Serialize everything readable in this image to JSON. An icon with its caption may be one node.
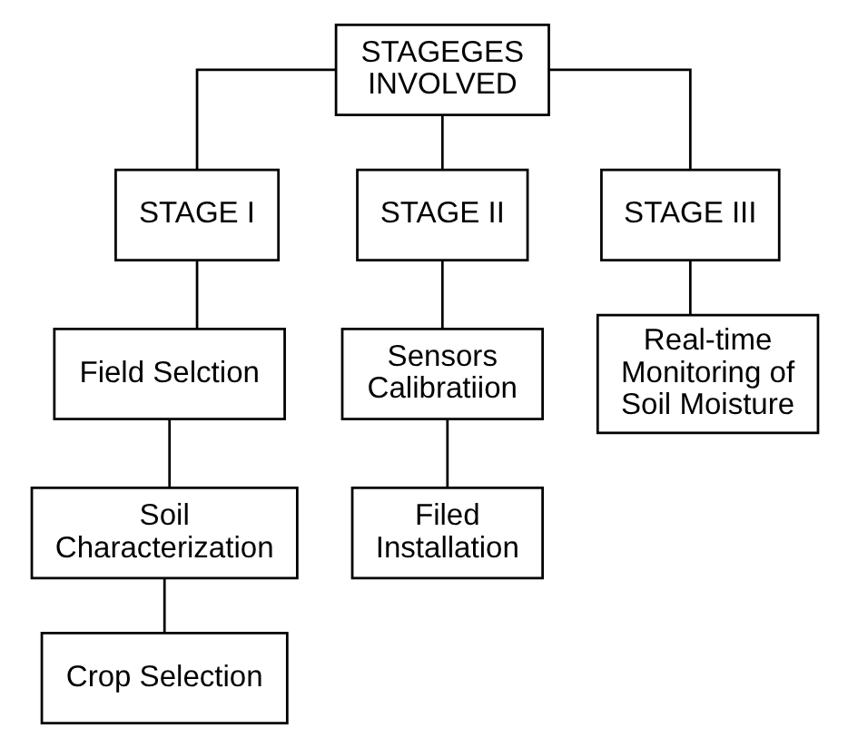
{
  "diagram": {
    "nodes": [
      {
        "text": [
          "STAGEGES INVOLVED"
        ]
      },
      {
        "text": [
          "STAGE I"
        ]
      },
      {
        "text": [
          "STAGE II"
        ]
      },
      {
        "text": [
          "STAGE III"
        ]
      },
      {
        "text": [
          "Field Selction"
        ]
      },
      {
        "text": [
          "Soil Characterization"
        ]
      },
      {
        "text": [
          "Crop Selection"
        ]
      },
      {
        "text": [
          "Sensors Calibratiion"
        ]
      },
      {
        "text": [
          "Filed Installation"
        ]
      },
      {
        "text": [
          "Real-time Monitoring of Soil Moisture"
        ]
      }
    ],
    "edges": [
      {
        "from": 0,
        "to": 1,
        "arrow": "none"
      },
      {
        "from": 0,
        "to": 2,
        "arrow": "none"
      },
      {
        "from": 0,
        "to": 3,
        "arrow": "none"
      },
      {
        "from": 1,
        "to": 4,
        "arrow": "none"
      },
      {
        "from": 4,
        "to": 5,
        "arrow": "none"
      },
      {
        "from": 5,
        "to": 6,
        "arrow": "none"
      },
      {
        "from": 2,
        "to": 7,
        "arrow": "none"
      },
      {
        "from": 7,
        "to": 8,
        "arrow": "none"
      },
      {
        "from": 3,
        "to": 9,
        "arrow": "none"
      }
    ]
  }
}
